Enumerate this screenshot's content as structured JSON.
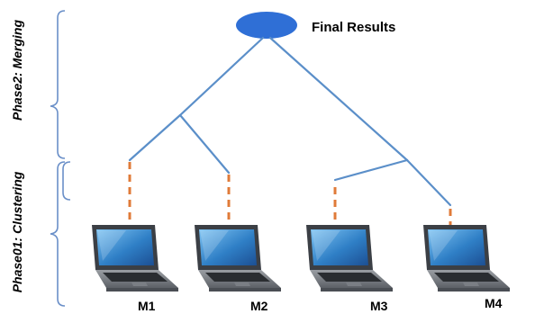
{
  "title": "Final Results",
  "phases": {
    "merging": "Phase2: Merging",
    "clustering": "Phase01: Clustering"
  },
  "machines": [
    {
      "label": "M1"
    },
    {
      "label": "M2"
    },
    {
      "label": "M3"
    },
    {
      "label": "M4"
    }
  ],
  "colors": {
    "node": "#2f6fd6",
    "tree": "#5b8fc9",
    "link": "#e07b39",
    "bracket": "#6a8fc8"
  },
  "icons": {
    "machine": "laptop-icon"
  }
}
